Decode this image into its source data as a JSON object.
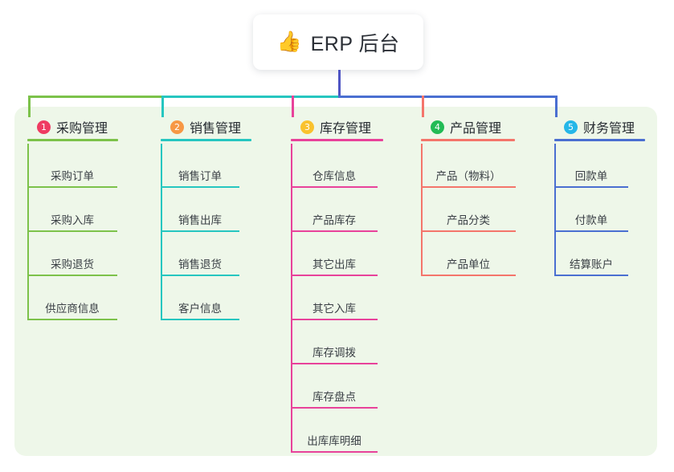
{
  "root": {
    "emoji": "👍",
    "emoji_name": "thumbs-up-icon",
    "title": "ERP 后台"
  },
  "theme": {
    "panel_bg": "#eef7e9",
    "card_bg": "#ffffff",
    "text": "#2b2f36",
    "root_link": "#4f55c4"
  },
  "columns": [
    {
      "index": "1",
      "title": "采购管理",
      "badge_color": "#ef3b62",
      "line_color": "#7cc24a",
      "items": [
        {
          "label": "采购订单"
        },
        {
          "label": "采购入库"
        },
        {
          "label": "采购退货"
        },
        {
          "label": "供应商信息"
        }
      ]
    },
    {
      "index": "2",
      "title": "销售管理",
      "badge_color": "#f79845",
      "line_color": "#26c6c0",
      "items": [
        {
          "label": "销售订单"
        },
        {
          "label": "销售出库"
        },
        {
          "label": "销售退货"
        },
        {
          "label": "客户信息"
        }
      ]
    },
    {
      "index": "3",
      "title": "库存管理",
      "badge_color": "#f9c22e",
      "line_color": "#e8429a",
      "items": [
        {
          "label": "仓库信息"
        },
        {
          "label": "产品库存"
        },
        {
          "label": "其它出库"
        },
        {
          "label": "其它入库"
        },
        {
          "label": "库存调拨"
        },
        {
          "label": "库存盘点"
        },
        {
          "label": "出库库明细"
        }
      ]
    },
    {
      "index": "4",
      "title": "产品管理",
      "badge_color": "#22bb55",
      "line_color": "#f4756b",
      "items": [
        {
          "label": "产品（物料）"
        },
        {
          "label": "产品分类"
        },
        {
          "label": "产品单位"
        }
      ]
    },
    {
      "index": "5",
      "title": "财务管理",
      "badge_color": "#25b7e8",
      "line_color": "#4a6fd1",
      "items": [
        {
          "label": "回款单"
        },
        {
          "label": "付款单"
        },
        {
          "label": "结算账户"
        }
      ]
    }
  ]
}
